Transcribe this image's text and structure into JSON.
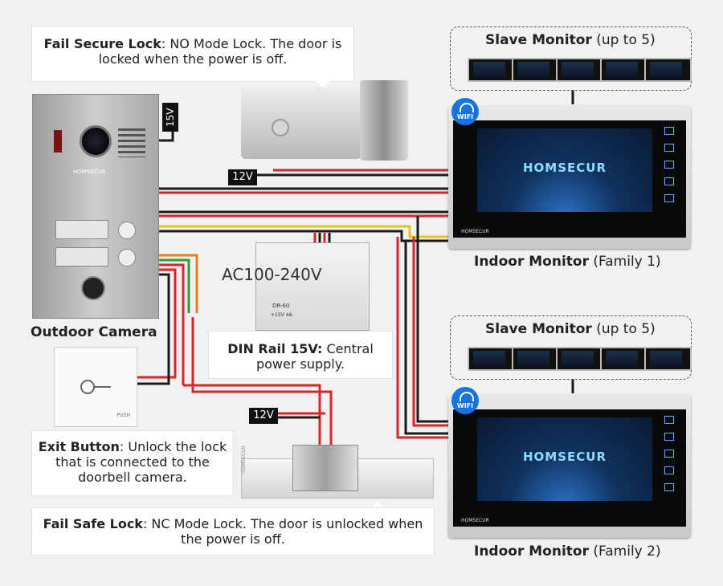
{
  "callouts": {
    "fail_secure": {
      "title": "Fail Secure Lock",
      "text": ": NO Mode Lock. The door is locked when the power is off."
    },
    "din_rail": {
      "title": "DIN Rail 15V:",
      "text": " Central power supply."
    },
    "exit_button": {
      "title": "Exit Button",
      "text": ": Unlock the lock that is connected to the doorbell camera."
    },
    "fail_safe": {
      "title": "Fail Safe Lock",
      "text": ": NC Mode Lock. The door is unlocked when the power is off."
    }
  },
  "labels": {
    "outdoor_camera": "Outdoor Camera",
    "indoor_monitor_1": {
      "name": "Indoor Monitor",
      "suffix": "(Family 1)"
    },
    "indoor_monitor_2": {
      "name": "Indoor Monitor",
      "suffix": "(Family 2)"
    },
    "slave_1": {
      "name": "Slave Monitor",
      "suffix": "(up to 5)"
    },
    "slave_2": {
      "name": "Slave Monitor",
      "suffix": "(up to 5)"
    }
  },
  "voltage_tags": {
    "camera": "15V",
    "lock_top": "12V",
    "lock_bottom": "12V",
    "ac_input": "AC100-240V"
  },
  "brand": "HOMSECUR",
  "wifi_label": "WIFI",
  "exit_push": "PUSH",
  "psu": {
    "model": "DR-60",
    "output": "+15V 4A"
  },
  "colors": {
    "accent_blue": "#1673e6",
    "wire_red": "#d8252b",
    "wire_black": "#1a1a1a",
    "wire_yellow": "#e9c21a",
    "wire_green": "#2e9c3d",
    "wire_orange": "#e67d20"
  }
}
